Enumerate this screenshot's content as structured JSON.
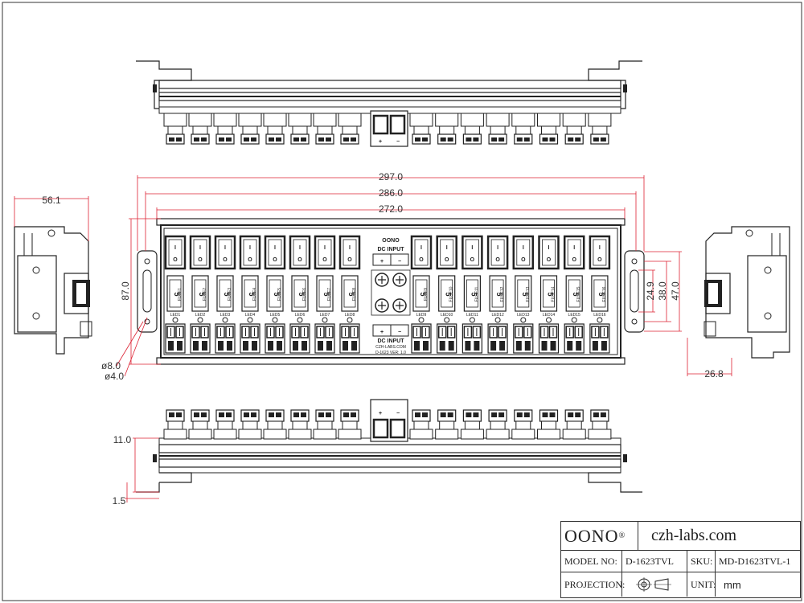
{
  "dimensions": {
    "overall_length": "297.0",
    "rail_length": "286.0",
    "body_length": "272.0",
    "height": "87.0",
    "depth": "56.1",
    "hole_outer": "ø8.0",
    "hole_inner": "ø4.0",
    "slot_pitch": "24.9",
    "hole_span": "38.0",
    "bracket_height": "47.0",
    "side_depth": "26.8",
    "terminal_height": "11.0",
    "rail_thickness": "1.5"
  },
  "board": {
    "brand": "OONO",
    "dc_input_label_top": "DC INPUT",
    "dc_input_label_bottom": "DC INPUT",
    "plus": "+",
    "minus": "−",
    "site_small": "CZH-LABS.COM",
    "model_small": "D-1623 VER: 1.0",
    "switch_on": "I",
    "switch_off": "O",
    "fuse_value": "5",
    "fuse_labels": [
      "FUSE1",
      "FUSE2",
      "FUSE3",
      "FUSE4",
      "FUSE5",
      "FUSE6",
      "FUSE7",
      "FUSE8",
      "FUSE9",
      "FUSE10",
      "FUSE11",
      "FUSE12",
      "FUSE13",
      "FUSE14",
      "FUSE15",
      "FUSE16"
    ],
    "led_labels": [
      "LED1",
      "LED2",
      "LED3",
      "LED4",
      "LED5",
      "LED6",
      "LED7",
      "LED8",
      "LED9",
      "LED10",
      "LED11",
      "LED12",
      "LED13",
      "LED14",
      "LED15",
      "LED16"
    ]
  },
  "title_block": {
    "brand": "OONO",
    "registered": "®",
    "website": "czh-labs.com",
    "model_label": "MODEL NO:",
    "model_value": "D-1623TVL",
    "sku_label": "SKU:",
    "sku_value": "MD-D1623TVL-1",
    "projection_label": "PROJECTION:",
    "unit_label": "UNIT:",
    "unit_value": "mm"
  },
  "colors": {
    "dimension_line": "#dd2233",
    "outline": "#222222"
  }
}
